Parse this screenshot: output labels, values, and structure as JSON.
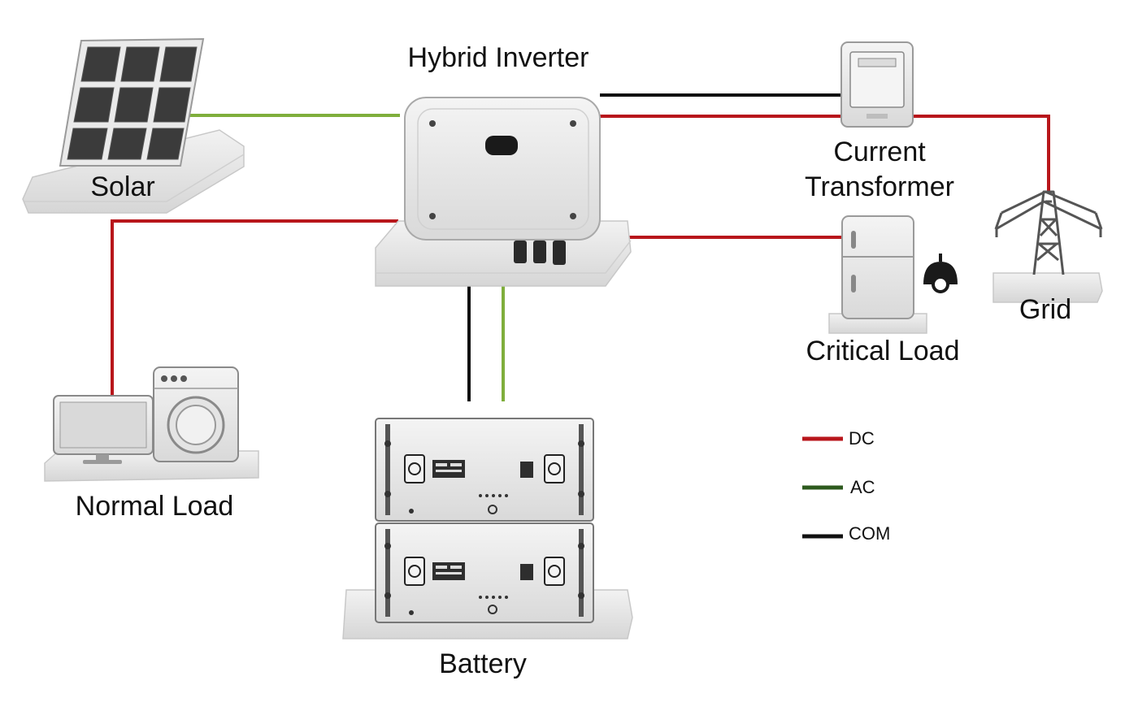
{
  "labels": {
    "hybrid_inverter": "Hybrid Inverter",
    "solar": "Solar",
    "current_transformer_line1": "Current",
    "current_transformer_line2": "Transformer",
    "grid": "Grid",
    "critical_load": "Critical Load",
    "normal_load": "Normal Load",
    "battery": "Battery"
  },
  "legend": [
    {
      "label": "DC",
      "color": "#b8161b"
    },
    {
      "label": "AC",
      "color": "#2d5a1e"
    },
    {
      "label": "COM",
      "color": "#111111"
    }
  ],
  "colors": {
    "dc": "#b8161b",
    "ac_wire": "#7fae3c",
    "com": "#111111",
    "device": "#e6e6e6",
    "device_edge": "#a9a9a9",
    "base": "#ececec",
    "panel_cell": "#3b3b3b"
  }
}
